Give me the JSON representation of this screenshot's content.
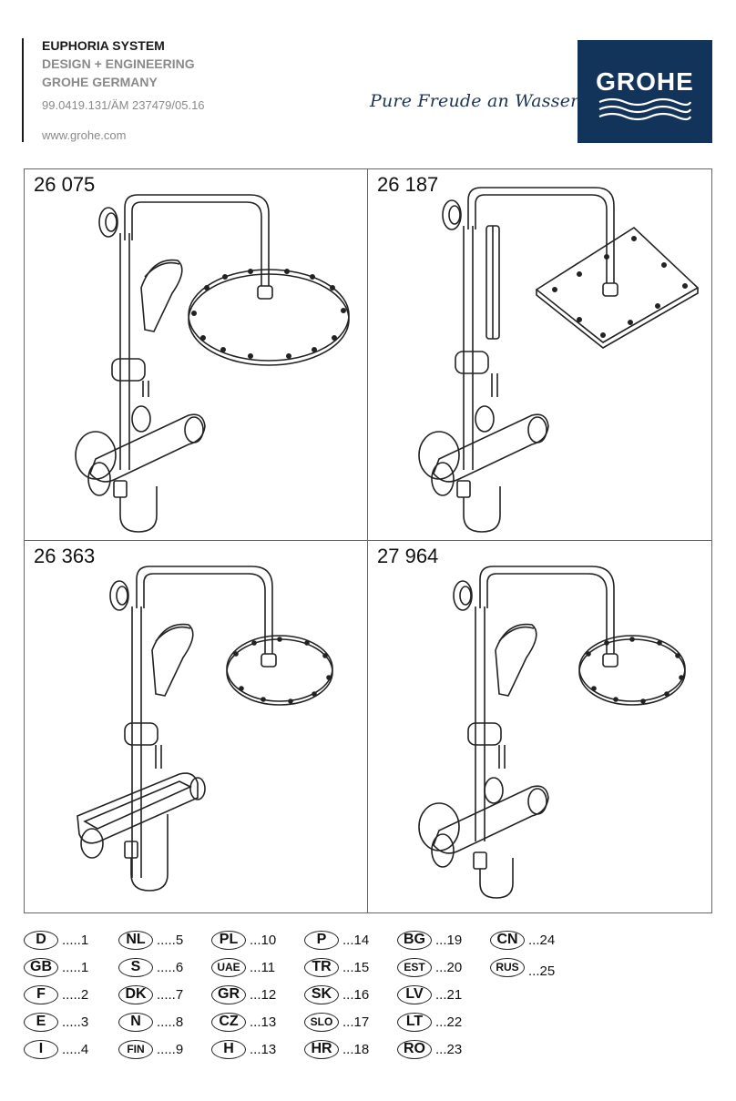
{
  "header": {
    "line1": "EUPHORIA SYSTEM",
    "line2": "DESIGN + ENGINEERING",
    "line3": "GROHE GERMANY",
    "code": "99.0419.131/ÄM 237479/05.16",
    "website": "www.grohe.com",
    "tagline": "Pure Freude an Wasser",
    "logo_text": "GROHE"
  },
  "colors": {
    "logo_bg": "#13345a",
    "ink": "#1a1a1a",
    "grey": "#8a8a8a"
  },
  "products": [
    {
      "number": "26 075",
      "head": "round"
    },
    {
      "number": "26 187",
      "head": "square"
    },
    {
      "number": "26 363",
      "head": "round"
    },
    {
      "number": "27 964",
      "head": "round"
    }
  ],
  "languages": [
    {
      "code": "D",
      "page": ".....1"
    },
    {
      "code": "GB",
      "page": ".....1"
    },
    {
      "code": "F",
      "page": ".....2"
    },
    {
      "code": "E",
      "page": ".....3"
    },
    {
      "code": "I",
      "page": ".....4"
    },
    {
      "code": "NL",
      "page": ".....5"
    },
    {
      "code": "S",
      "page": ".....6"
    },
    {
      "code": "DK",
      "page": ".....7"
    },
    {
      "code": "N",
      "page": ".....8"
    },
    {
      "code": "FIN",
      "page": ".....9"
    },
    {
      "code": "PL",
      "page": "...10"
    },
    {
      "code": "UAE",
      "page": "...11"
    },
    {
      "code": "GR",
      "page": "...12"
    },
    {
      "code": "CZ",
      "page": "...13"
    },
    {
      "code": "H",
      "page": "...13"
    },
    {
      "code": "P",
      "page": "...14"
    },
    {
      "code": "TR",
      "page": "...15"
    },
    {
      "code": "SK",
      "page": "...16"
    },
    {
      "code": "SLO",
      "page": "...17"
    },
    {
      "code": "HR",
      "page": "...18"
    },
    {
      "code": "BG",
      "page": "...19"
    },
    {
      "code": "EST",
      "page": "...20"
    },
    {
      "code": "LV",
      "page": "...21"
    },
    {
      "code": "LT",
      "page": "...22"
    },
    {
      "code": "RO",
      "page": "...23"
    },
    {
      "code": "CN",
      "page": "...24"
    },
    {
      "code": "RUS",
      "page": "...25"
    }
  ]
}
